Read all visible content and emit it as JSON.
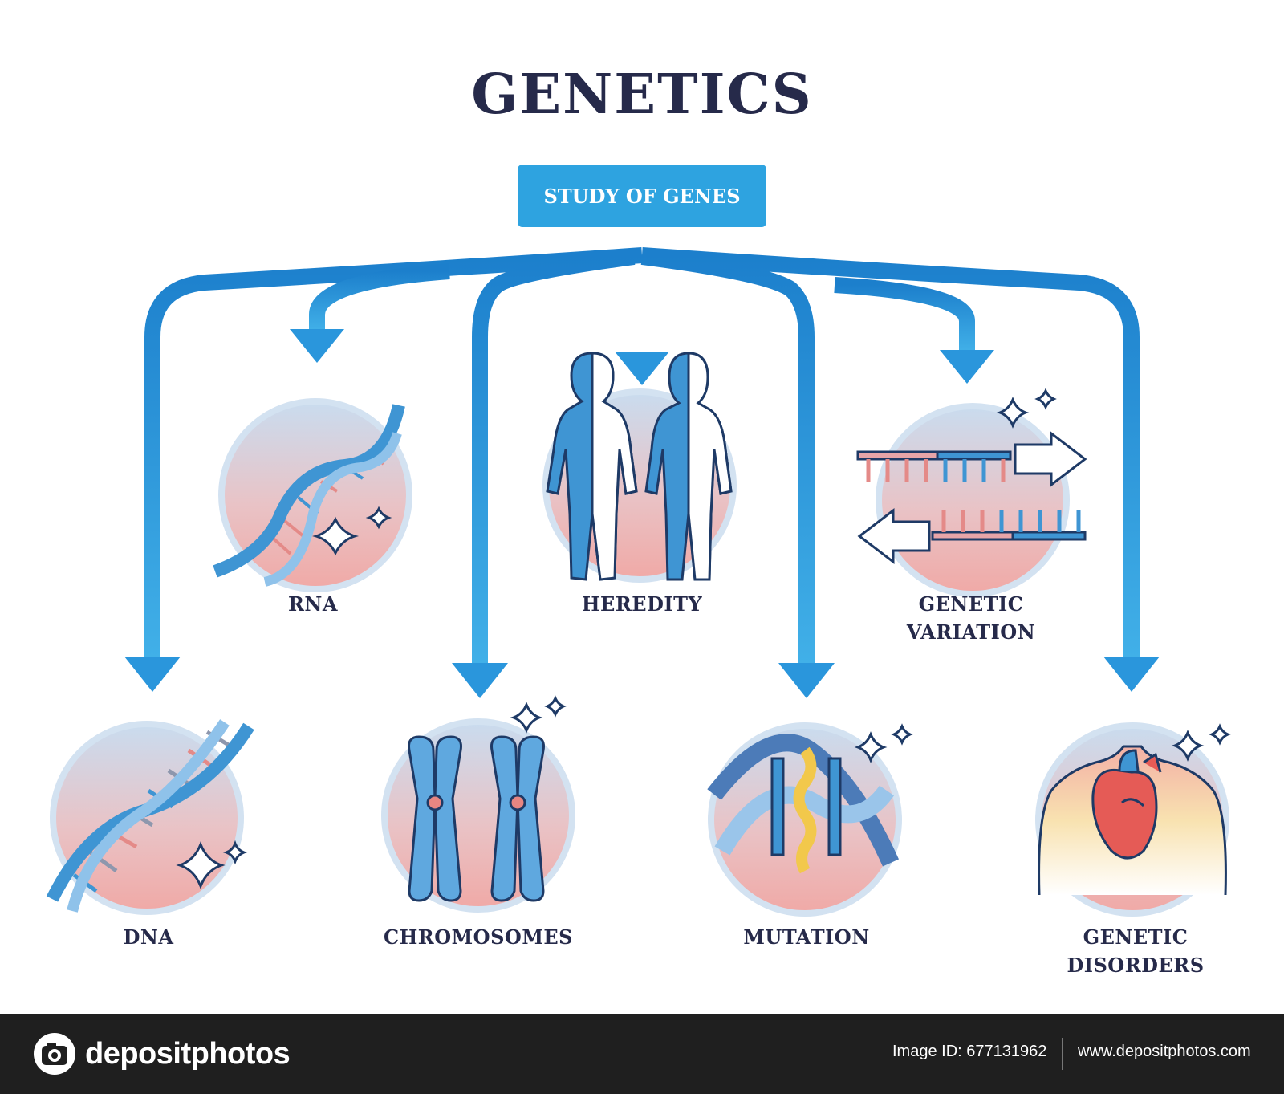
{
  "title": "GENETICS",
  "root": "STUDY OF GENES",
  "nodes": {
    "rna": "RNA",
    "heredity": "HEREDITY",
    "variation": [
      "GENETIC",
      "VARIATION"
    ],
    "dna": "DNA",
    "chromosomes": "CHROMOSOMES",
    "mutation": "MUTATION",
    "disorders": [
      "GENETIC",
      "DISORDERS"
    ]
  },
  "footer": {
    "brand": "depositphotos",
    "image_id": "Image ID: 677131962",
    "site": "www.depositphotos.com"
  },
  "colors": {
    "arrow": "#1f8fd6",
    "title": "#262a4a",
    "root_box": "#2ea3e0",
    "icon_blue": "#3f95d3",
    "icon_pink": "#e59a9a",
    "footer_bg": "#1f1f1f"
  }
}
